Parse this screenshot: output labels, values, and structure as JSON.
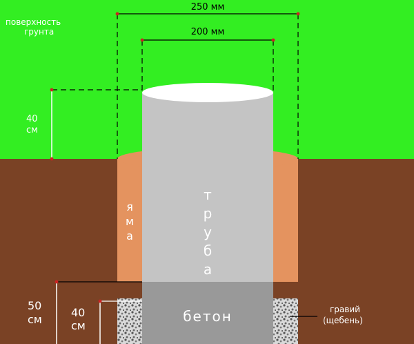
{
  "colors": {
    "sky_grass": "#33ee22",
    "soil": "#7a4225",
    "pit": "#e4935f",
    "pipe": "#c4c4c4",
    "pipe_top": "#ffffff",
    "concrete": "#999999",
    "gravel": "#d9d9d9",
    "dim_line": "#000000",
    "label": "#ffffff"
  },
  "labels": {
    "ground_surface_line1": "поверхность",
    "ground_surface_line2": "грунта",
    "outer_width": "250 мм",
    "inner_width": "200 мм",
    "height_above_ground_value": "40",
    "height_above_ground_unit": "см",
    "pit_vertical": "яма",
    "pipe_vertical": "труба",
    "concrete": "бетон",
    "depth_total_value": "50",
    "depth_total_unit": "см",
    "depth_concrete_value": "40",
    "depth_concrete_unit": "см",
    "gravel_line1": "гравий",
    "gravel_line2": "(щебень)"
  }
}
